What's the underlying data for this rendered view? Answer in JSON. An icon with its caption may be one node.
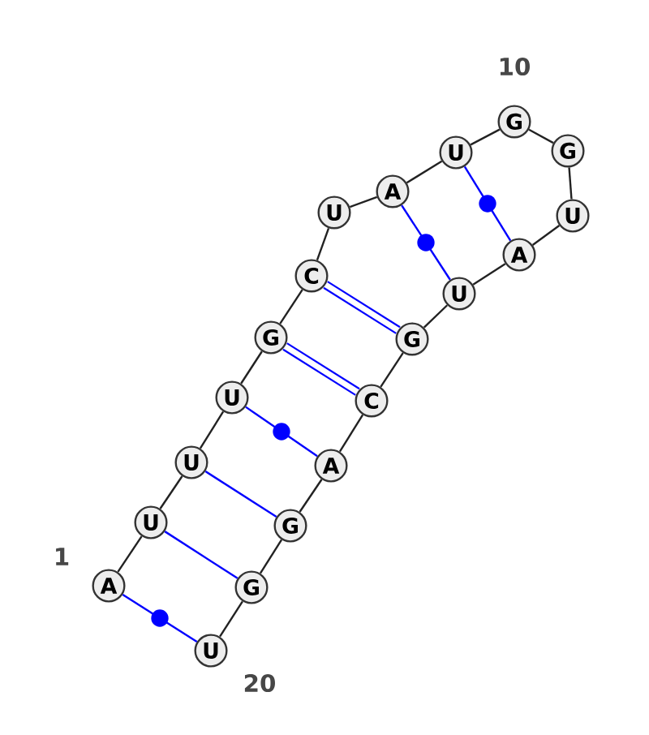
{
  "diagram": {
    "nodes": [
      {
        "text": [
          "A"
        ]
      },
      {
        "text": [
          "U"
        ]
      },
      {
        "text": [
          "U"
        ]
      },
      {
        "text": [
          "U"
        ]
      },
      {
        "text": [
          "G"
        ]
      },
      {
        "text": [
          "C"
        ]
      },
      {
        "text": [
          "U"
        ]
      },
      {
        "text": [
          "A"
        ]
      },
      {
        "text": [
          "U"
        ]
      },
      {
        "text": [
          "G"
        ]
      },
      {
        "text": [
          "G"
        ]
      },
      {
        "text": [
          "U"
        ]
      },
      {
        "text": [
          "A"
        ]
      },
      {
        "text": [
          "U"
        ]
      },
      {
        "text": [
          "G"
        ]
      },
      {
        "text": [
          "C"
        ]
      },
      {
        "text": [
          "A"
        ]
      },
      {
        "text": [
          "G"
        ]
      },
      {
        "text": [
          "G"
        ]
      },
      {
        "text": [
          "U"
        ]
      }
    ],
    "edges": [
      {
        "from": 0,
        "to": 1,
        "arrow": "none"
      },
      {
        "from": 1,
        "to": 2,
        "arrow": "none"
      },
      {
        "from": 2,
        "to": 3,
        "arrow": "none"
      },
      {
        "from": 3,
        "to": 4,
        "arrow": "none"
      },
      {
        "from": 4,
        "to": 5,
        "arrow": "none"
      },
      {
        "from": 5,
        "to": 6,
        "arrow": "none"
      },
      {
        "from": 6,
        "to": 7,
        "arrow": "none"
      },
      {
        "from": 7,
        "to": 8,
        "arrow": "none"
      },
      {
        "from": 8,
        "to": 9,
        "arrow": "none"
      },
      {
        "from": 9,
        "to": 10,
        "arrow": "none"
      },
      {
        "from": 10,
        "to": 11,
        "arrow": "none"
      },
      {
        "from": 11,
        "to": 12,
        "arrow": "none"
      },
      {
        "from": 12,
        "to": 13,
        "arrow": "none"
      },
      {
        "from": 13,
        "to": 14,
        "arrow": "none"
      },
      {
        "from": 14,
        "to": 15,
        "arrow": "none"
      },
      {
        "from": 15,
        "to": 16,
        "arrow": "none"
      },
      {
        "from": 16,
        "to": 17,
        "arrow": "none"
      },
      {
        "from": 17,
        "to": 18,
        "arrow": "none"
      },
      {
        "from": 18,
        "to": 19,
        "arrow": "none"
      },
      {
        "from": 0,
        "to": 19,
        "arrow": "none",
        "color": "#0000ff"
      },
      {
        "from": 1,
        "to": 18,
        "arrow": "none",
        "color": "#0000ff"
      },
      {
        "from": 2,
        "to": 17,
        "arrow": "none",
        "color": "#0000ff"
      },
      {
        "from": 3,
        "to": 16,
        "arrow": "none",
        "color": "#0000ff"
      },
      {
        "from": 4,
        "to": 15,
        "arrow": "none",
        "color": "#0000ff",
        "style": "thick"
      },
      {
        "from": 5,
        "to": 14,
        "arrow": "none",
        "color": "#0000ff",
        "style": "thick"
      },
      {
        "from": 7,
        "to": 13,
        "arrow": "none",
        "color": "#0000ff"
      },
      {
        "from": 8,
        "to": 12,
        "arrow": "none",
        "color": "#0000ff"
      }
    ],
    "labels": [
      "10",
      "1",
      "20"
    ]
  }
}
